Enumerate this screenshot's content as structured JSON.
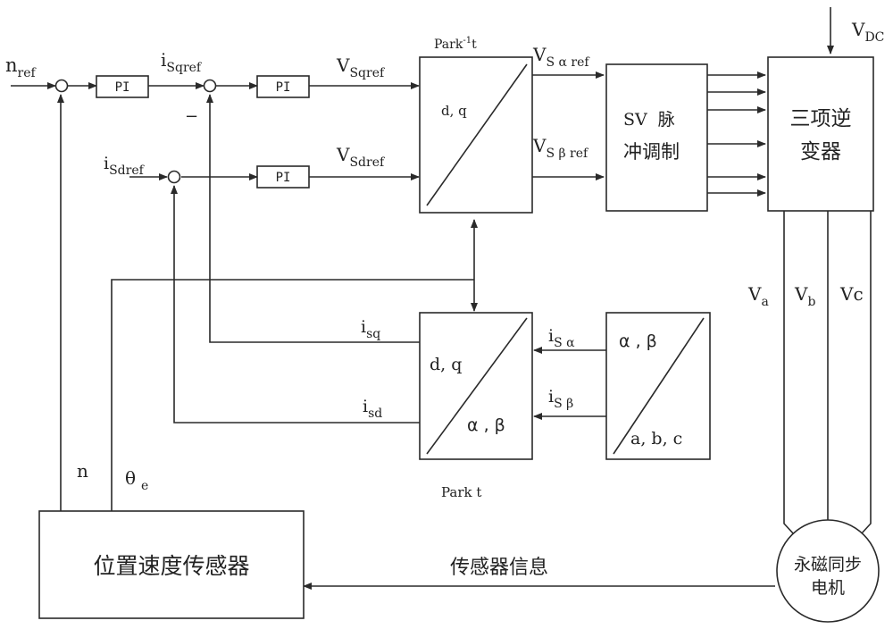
{
  "signals": {
    "n_ref": {
      "base": "n",
      "sub": "ref"
    },
    "i_sq_ref": {
      "base": "i",
      "sub": "Sqref"
    },
    "i_sd_ref": {
      "base": "i",
      "sub": "Sdref"
    },
    "v_sq_ref": {
      "base": "V",
      "sub": "Sqref"
    },
    "v_sd_ref": {
      "base": "V",
      "sub": "Sdref"
    },
    "v_s_alpha_ref": {
      "base": "V",
      "sub": "S α ref"
    },
    "v_s_beta_ref": {
      "base": "V",
      "sub": "S β ref"
    },
    "v_dc": {
      "base": "V",
      "sub": "DC"
    },
    "v_a": {
      "base": "V",
      "sub": "a"
    },
    "v_b": {
      "base": "V",
      "sub": "b"
    },
    "v_c": "Vc",
    "i_s_alpha": {
      "base": "i",
      "sub": "S α"
    },
    "i_s_beta": {
      "base": "i",
      "sub": "S β"
    },
    "i_sq": {
      "base": "i",
      "sub": "sq"
    },
    "i_sd": {
      "base": "i",
      "sub": "sd"
    },
    "n": "n",
    "theta_e": {
      "base": "θ",
      "sub": "e"
    },
    "minus_sign": "−",
    "sensor_info": "传感器信息"
  },
  "blocks": {
    "pi_speed": "PI",
    "pi_iq": "PI",
    "pi_id": "PI",
    "inverse_park": {
      "title_base": "Park",
      "title_sup": "-1",
      "title_tail": "t",
      "label": "d, q"
    },
    "svm": {
      "line1_prefix": "SV",
      "line1_cn": "脉",
      "line2": "冲调制"
    },
    "inverter": {
      "line1": "三项逆",
      "line2": "变器"
    },
    "park": {
      "label_top": "d, q",
      "label_bottom": "α , β",
      "caption": "Park  t"
    },
    "clarke": {
      "label_top": "α , β",
      "label_bottom": "a, b, c"
    },
    "sensor": "位置速度传感器",
    "motor": {
      "line1": "永磁同步",
      "line2": "电机"
    }
  }
}
